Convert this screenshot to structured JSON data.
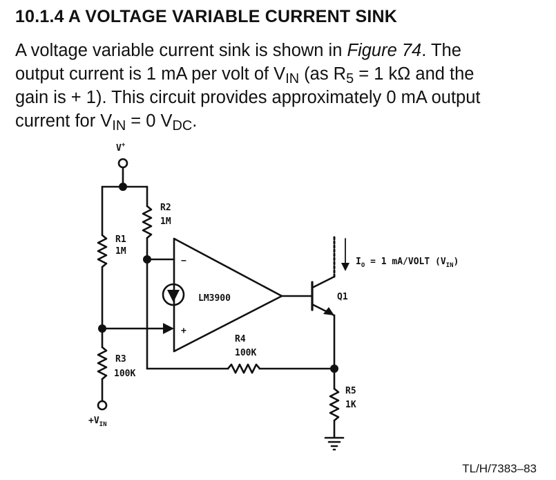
{
  "heading": "10.1.4 A VOLTAGE VARIABLE CURRENT SINK",
  "paragraph": {
    "l1_a": "A voltage variable current sink is shown in ",
    "l1_fig": "Figure 74",
    "l1_b": ". The",
    "l2_a": "output current is 1 mA per volt of V",
    "l2_sub1": "IN",
    "l2_b": " (as R",
    "l2_sub2": "5",
    "l2_c": " = 1 kΩ and the",
    "l3": "gain is + 1). This circuit provides approximately 0 mA output",
    "l4_a": "current for V",
    "l4_sub1": "IN",
    "l4_b": " = 0 V",
    "l4_sub2": "DC",
    "l4_c": "."
  },
  "schematic": {
    "vplus": "V",
    "vplus_sup": "+",
    "r1_name": "R1",
    "r1_val": "1M",
    "r2_name": "R2",
    "r2_val": "1M",
    "r3_name": "R3",
    "r3_val": "100K",
    "r4_name": "R4",
    "r4_val": "100K",
    "r5_name": "R5",
    "r5_val": "1K",
    "opamp": "LM3900",
    "minus": "−",
    "plus": "+",
    "transistor": "Q1",
    "io_a": "I",
    "io_sub": "O",
    "io_b": " = 1 mA/VOLT (V",
    "io_sub2": "IN",
    "io_c": ")",
    "vin_plus": "+V",
    "vin_sub": "IN"
  },
  "figure_ref": "TL/H/7383–83"
}
